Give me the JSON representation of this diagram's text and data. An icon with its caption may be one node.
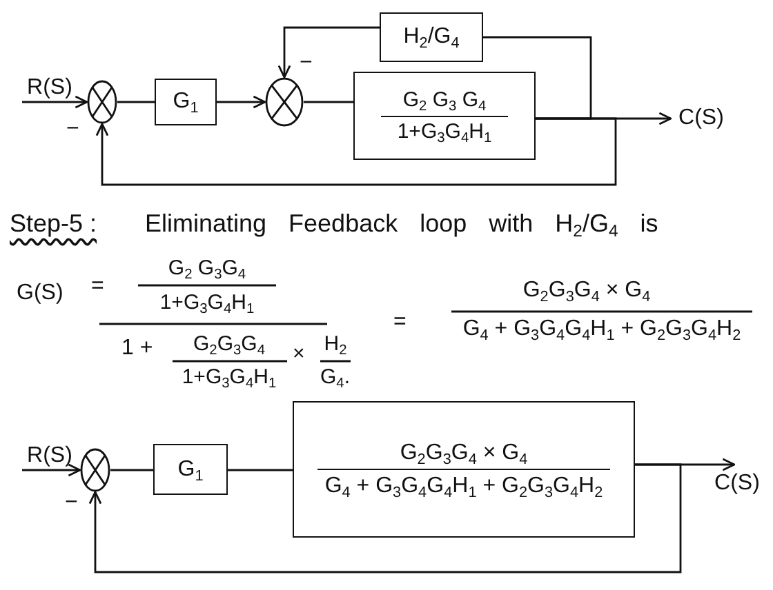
{
  "diagram": {
    "nodes": [
      {
        "text": [
          "R(S)"
        ]
      },
      {
        "text": [],
        "shape": "circle"
      },
      {
        "text": [
          "G$_{1}$"
        ]
      },
      {
        "text": [],
        "shape": "circle"
      },
      {
        "text": [
          "H$_{2}$/G$_{4}$"
        ]
      },
      {
        "text": [
          "G$_{2}$ G$_{3}$ G$_{4}$",
          "1+G$_{3}$G$_{4}$H$_{1}$"
        ]
      },
      {
        "text": [
          "C(S)"
        ]
      },
      {
        "text": [
          "R(S)"
        ]
      },
      {
        "text": [],
        "shape": "circle"
      },
      {
        "text": [
          "G$_{1}$"
        ]
      },
      {
        "text": [
          "G$_{2}$G$_{3}$G$_{4}$ × G$_{4}$",
          "G$_{4}$ + G$_{3}$G$_{4}$G$_{4}$H$_{1}$ + G$_{2}$G$_{3}$G$_{4}$H$_{2}$"
        ]
      },
      {
        "text": [
          "C(S)"
        ]
      }
    ],
    "edges": [
      {
        "from": 0,
        "to": 1,
        "arrow": "to"
      },
      {
        "from": 1,
        "to": 2,
        "arrow": "none"
      },
      {
        "from": 2,
        "to": 3,
        "arrow": "to"
      },
      {
        "from": 3,
        "to": 5,
        "arrow": "none"
      },
      {
        "from": 5,
        "to": 6,
        "arrow": "to"
      },
      {
        "from": 5,
        "to": 4,
        "arrow": "none"
      },
      {
        "from": 4,
        "to": 3,
        "arrow": "to"
      },
      {
        "from": 5,
        "to": 1,
        "arrow": "to"
      },
      {
        "from": 7,
        "to": 8,
        "arrow": "to"
      },
      {
        "from": 8,
        "to": 9,
        "arrow": "none"
      },
      {
        "from": 9,
        "to": 10,
        "arrow": "none"
      },
      {
        "from": 10,
        "to": 11,
        "arrow": "to"
      },
      {
        "from": 10,
        "to": 8,
        "arrow": "to"
      }
    ],
    "labels": [
      "−",
      "−",
      "Step-5 :",
      "Eliminating Feedback loop with H$_{2}$/G$_{4}$ is",
      "G(S)",
      "=",
      "G$_{2}$ G$_{3}$G$_{4}$",
      "1+G$_{3}$G$_{4}$H$_{1}$",
      "1 +",
      "G$_{2}$G$_{3}$G$_{4}$",
      "1+G$_{3}$G$_{4}$H$_{1}$",
      "×",
      "H$_{2}$",
      "G$_{4}$.",
      "=",
      "G$_{2}$G$_{3}$G$_{4}$ × G$_{4}$",
      "G$_{4}$ + G$_{3}$G$_{4}$G$_{4}$H$_{1}$ + G$_{2}$G$_{3}$G$_{4}$H$_{2}$",
      "−"
    ]
  }
}
